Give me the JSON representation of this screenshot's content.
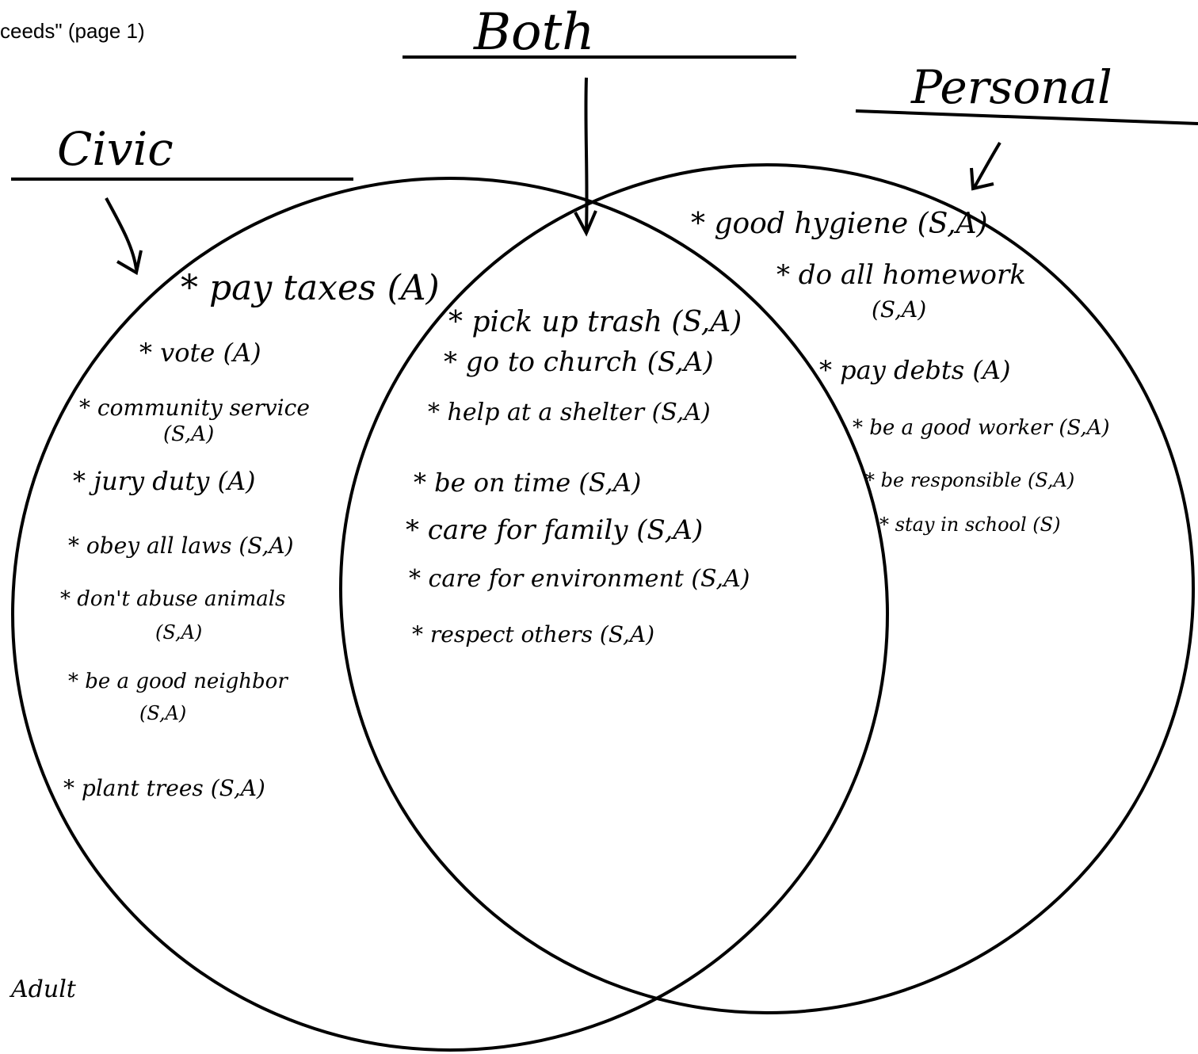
{
  "header": {
    "fragment": "ceeds\" (page 1)"
  },
  "labels": {
    "civic": "Civic",
    "both": "Both",
    "personal": "Personal"
  },
  "footer": {
    "note": "Adult"
  },
  "civic_items": [
    "* pay taxes (A)",
    "* vote (A)",
    "* community service",
    "(S,A)",
    "* jury duty (A)",
    "* obey all laws (S,A)",
    "* don't abuse animals",
    "(S,A)",
    "* be a good neighbor",
    "(S,A)",
    "* plant trees (S,A)"
  ],
  "both_items": [
    "* pick up trash (S,A)",
    "* go to church (S,A)",
    "* help at a shelter (S,A)",
    "* be on time (S,A)",
    "* care for family (S,A)",
    "* care for environment (S,A)",
    "* respect others (S,A)"
  ],
  "personal_items": [
    "* good hygiene (S,A)",
    "* do all homework",
    "(S,A)",
    "* pay debts (A)",
    "* be a good worker (S,A)",
    "* be responsible (S,A)",
    "* stay in school (S)"
  ]
}
